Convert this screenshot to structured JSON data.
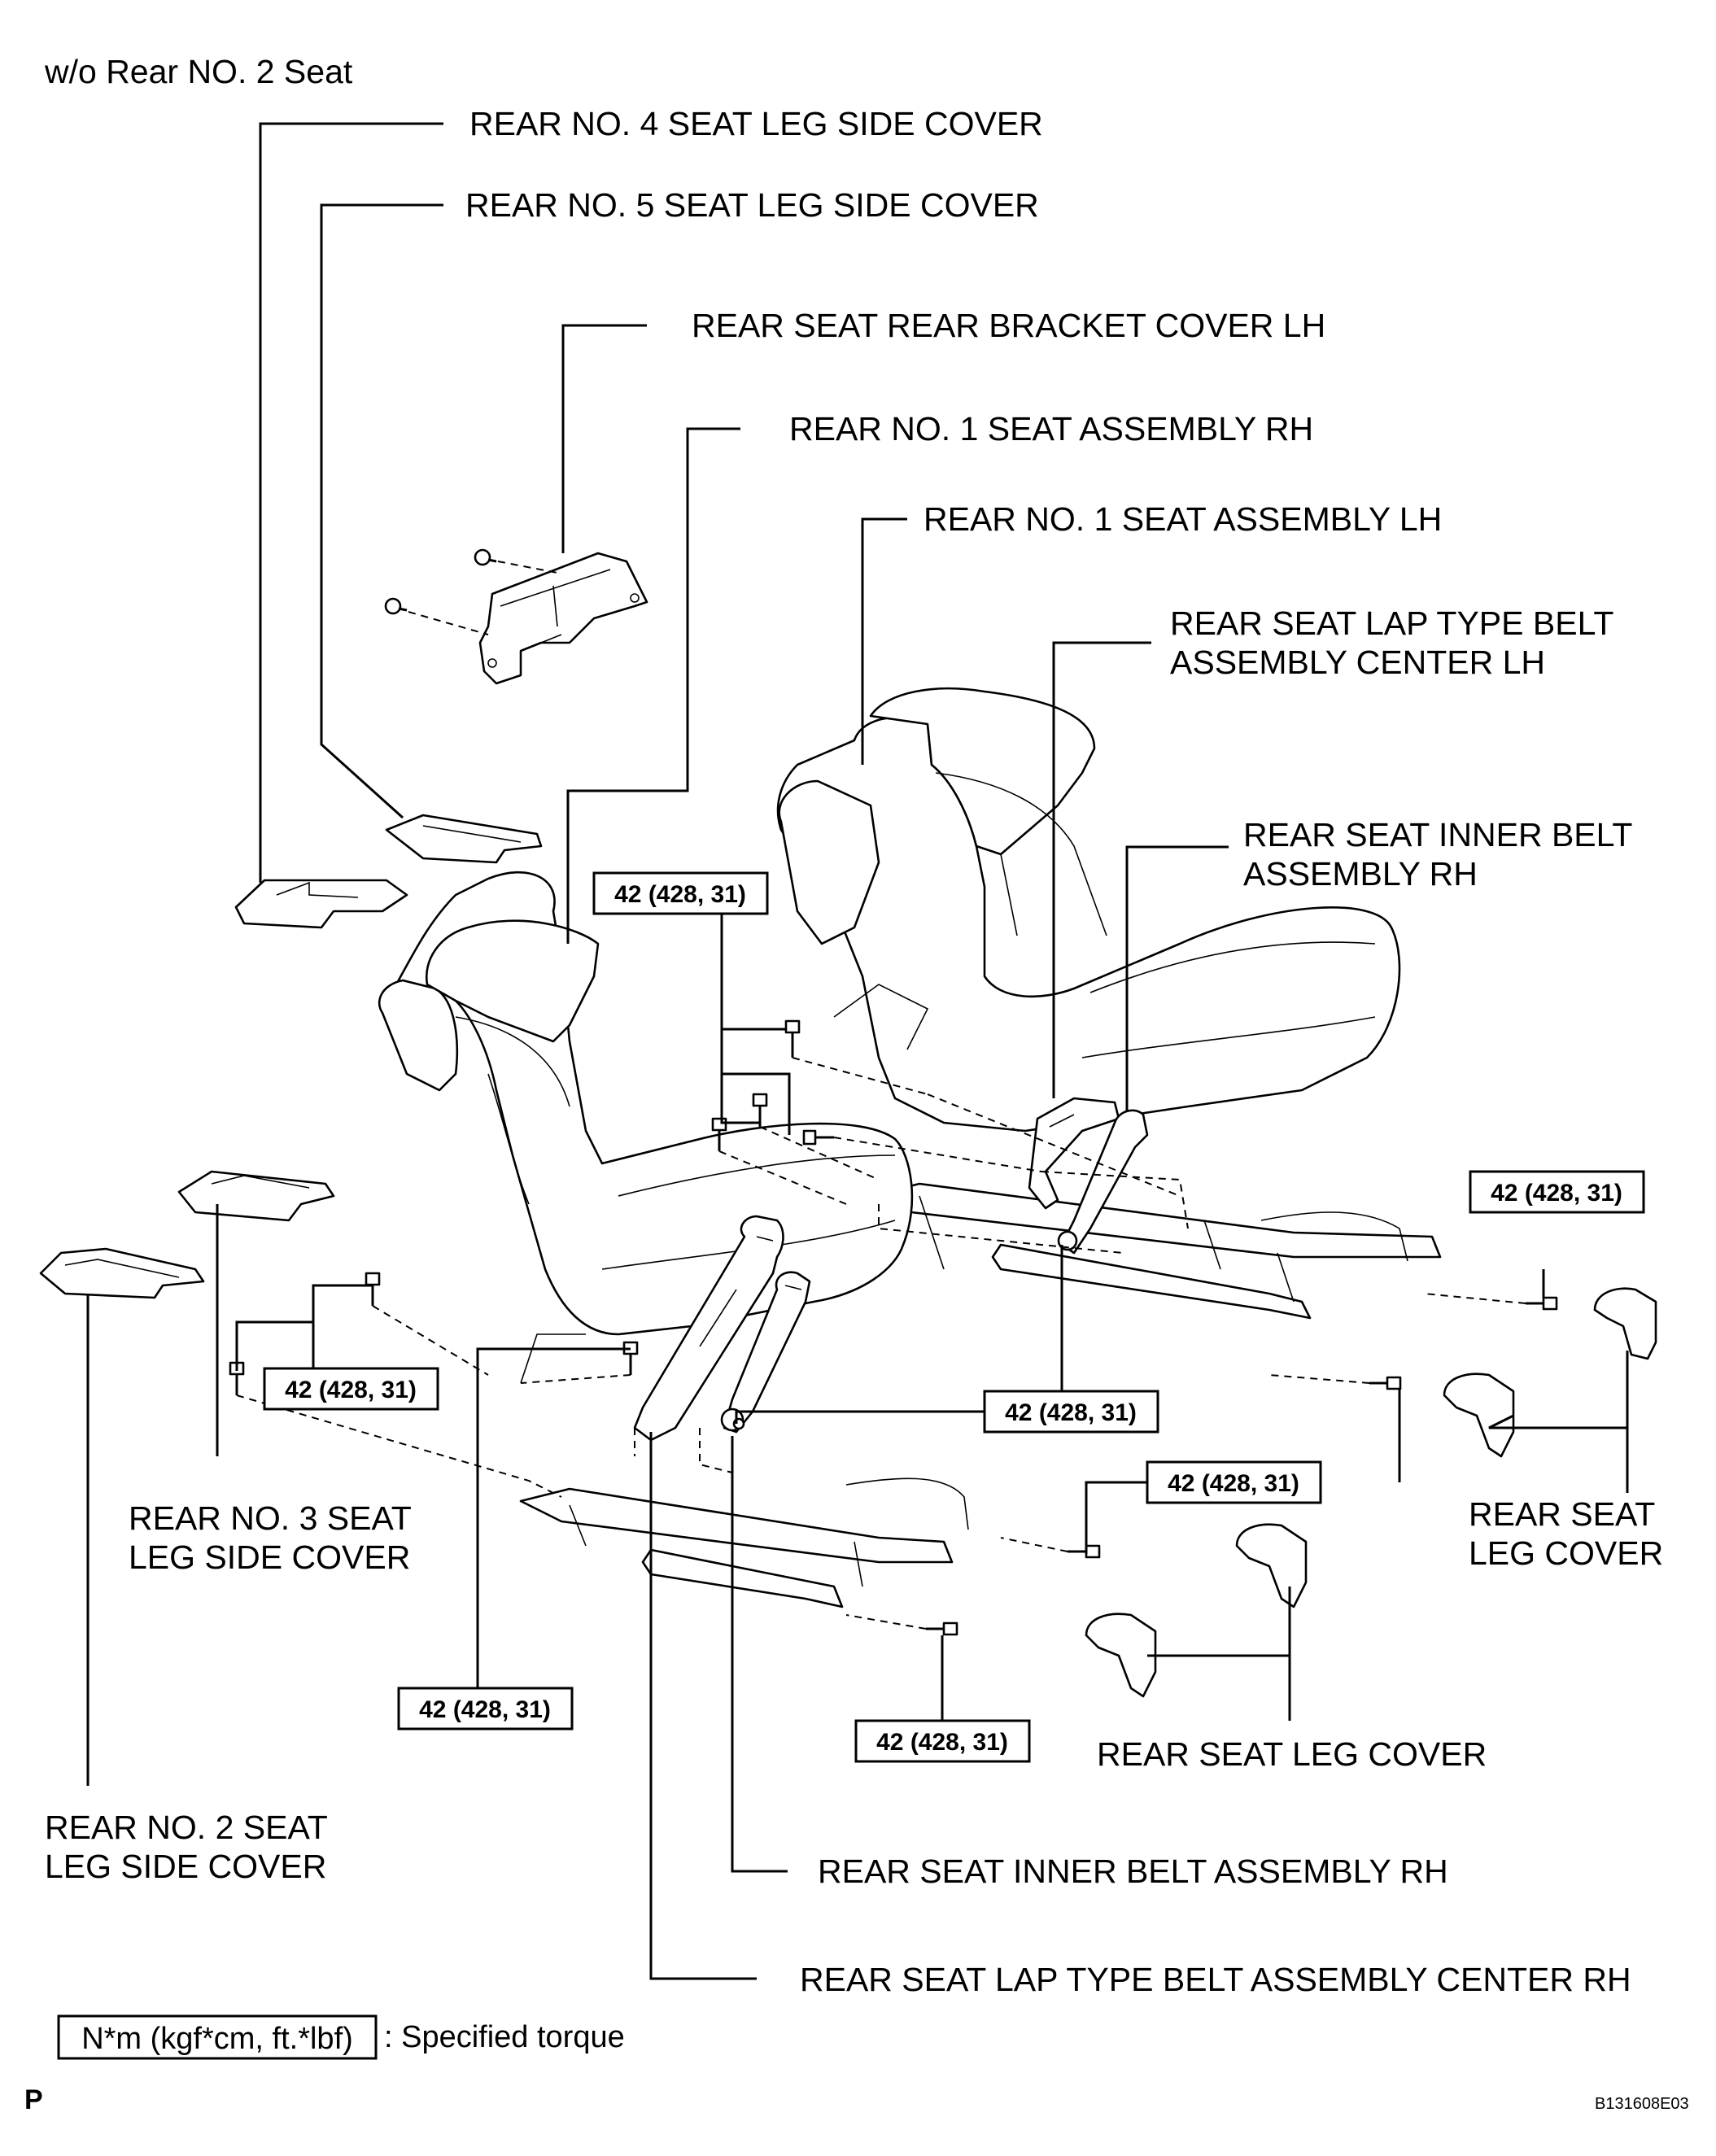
{
  "title": "w/o Rear NO. 2 Seat",
  "labels": {
    "rear_no4_leg_side_cover": "REAR NO. 4 SEAT LEG SIDE COVER",
    "rear_no5_leg_side_cover": "REAR NO. 5 SEAT LEG SIDE COVER",
    "rear_bracket_cover_lh": "REAR SEAT REAR BRACKET COVER LH",
    "rear_no1_seat_rh": "REAR NO. 1 SEAT ASSEMBLY RH",
    "rear_no1_seat_lh": "REAR NO. 1 SEAT ASSEMBLY LH",
    "lap_belt_center_lh": [
      "REAR SEAT LAP TYPE BELT",
      "ASSEMBLY CENTER LH"
    ],
    "inner_belt_rh_upper": [
      "REAR SEAT INNER BELT",
      "ASSEMBLY RH"
    ],
    "rear_no3_leg_side_cover": [
      "REAR NO. 3 SEAT",
      "LEG SIDE COVER"
    ],
    "rear_no2_leg_side_cover": [
      "REAR NO. 2 SEAT",
      "LEG SIDE COVER"
    ],
    "rear_seat_leg_cover_right": [
      "REAR SEAT",
      "LEG COVER"
    ],
    "rear_seat_leg_cover_bottom": "REAR SEAT LEG COVER",
    "inner_belt_rh_lower": "REAR SEAT INNER BELT ASSEMBLY RH",
    "lap_belt_center_rh": "REAR SEAT LAP TYPE BELT ASSEMBLY CENTER RH"
  },
  "torque_value": "42 (428, 31)",
  "legend": {
    "unit_box": "N*m (kgf*cm, ft.*lbf)",
    "description": ": Specified torque"
  },
  "footer": {
    "left_mark": "P",
    "figure_code": "B131608E03"
  }
}
